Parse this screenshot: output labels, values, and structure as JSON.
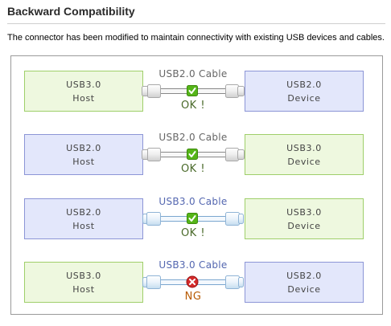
{
  "header": {
    "title": "Backward Compatibility",
    "description": "The connector has been modified to maintain connectivity with existing USB devices and cables."
  },
  "colors": {
    "usb3_fill": "#eef8df",
    "usb3_stroke": "#9fcf6a",
    "usb2_fill": "#e3e7fb",
    "usb2_stroke": "#8c95d6",
    "cable_usb2_label": "#666666",
    "cable_usb3_label": "#5467b0",
    "ok_label": "#4a6a2a",
    "ng_label": "#b85a00",
    "ok_icon": "#55b518",
    "ng_icon": "#d42a2a"
  },
  "rows": [
    {
      "left": {
        "line1": "USB3.0",
        "line2": "Host",
        "type": "usb3"
      },
      "cable": {
        "label": "USB2.0 Cable",
        "type": "usb2"
      },
      "right": {
        "line1": "USB2.0",
        "line2": "Device",
        "type": "usb2"
      },
      "status": {
        "label": "OK !",
        "result": "ok",
        "icon": "check-icon"
      }
    },
    {
      "left": {
        "line1": "USB2.0",
        "line2": "Host",
        "type": "usb2"
      },
      "cable": {
        "label": "USB2.0 Cable",
        "type": "usb2"
      },
      "right": {
        "line1": "USB3.0",
        "line2": "Device",
        "type": "usb3"
      },
      "status": {
        "label": "OK !",
        "result": "ok",
        "icon": "check-icon"
      }
    },
    {
      "left": {
        "line1": "USB2.0",
        "line2": "Host",
        "type": "usb2"
      },
      "cable": {
        "label": "USB3.0 Cable",
        "type": "usb3"
      },
      "right": {
        "line1": "USB3.0",
        "line2": "Device",
        "type": "usb3"
      },
      "status": {
        "label": "OK !",
        "result": "ok",
        "icon": "check-icon"
      }
    },
    {
      "left": {
        "line1": "USB3.0",
        "line2": "Host",
        "type": "usb3"
      },
      "cable": {
        "label": "USB3.0 Cable",
        "type": "usb3"
      },
      "right": {
        "line1": "USB2.0",
        "line2": "Device",
        "type": "usb2"
      },
      "status": {
        "label": "NG",
        "result": "ng",
        "icon": "cross-icon"
      }
    }
  ]
}
